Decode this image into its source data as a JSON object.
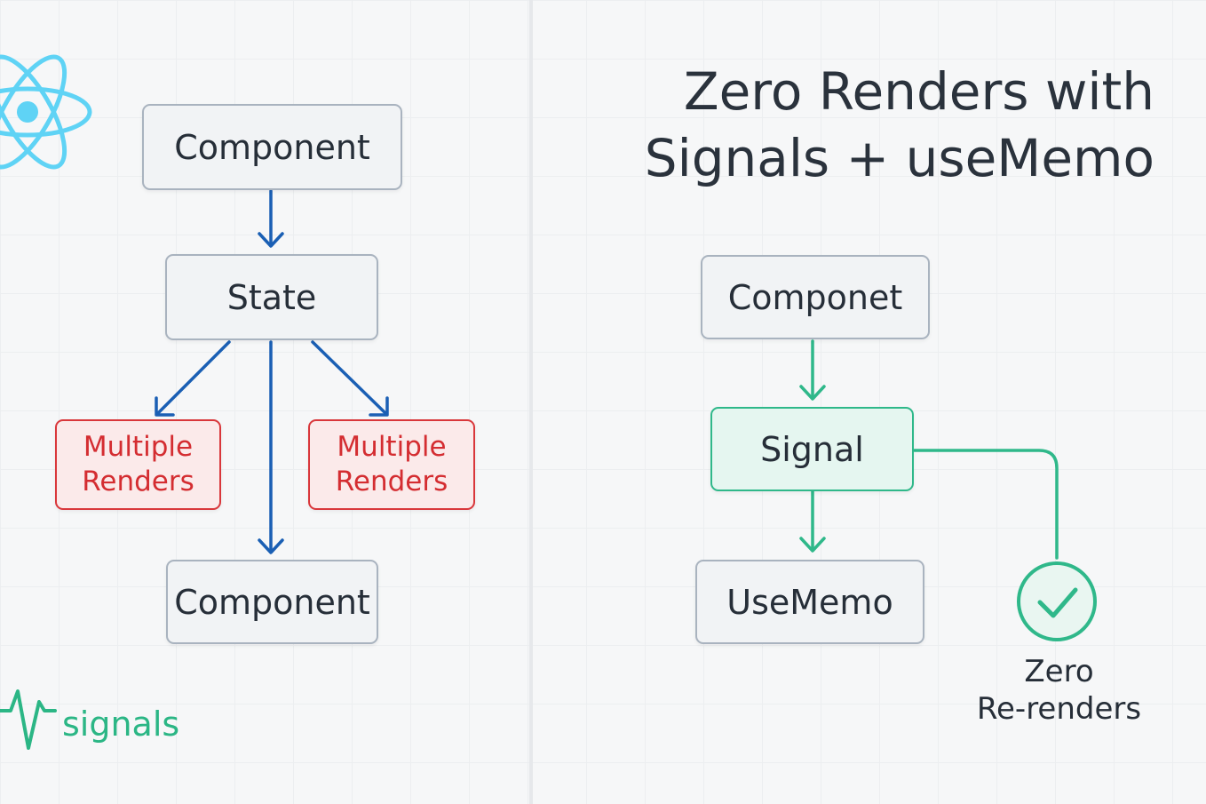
{
  "title": {
    "line1": "Zero Renders with",
    "line2": "Signals + useMemo"
  },
  "left_diagram": {
    "top_component": "Component",
    "state": "State",
    "render_left": {
      "line1": "Multiple",
      "line2": "Renders"
    },
    "render_right": {
      "line1": "Multiple",
      "line2": "Renders"
    },
    "bottom_component": "Component"
  },
  "right_diagram": {
    "component": "Componet",
    "signal": "Signal",
    "usememo": "UseMemo",
    "zero": {
      "line1": "Zero",
      "line2": "Re-renders"
    }
  },
  "brand": {
    "text": "signals",
    "icon": "signal-wave-icon"
  },
  "logo": {
    "icon": "react-atom-icon"
  },
  "colors": {
    "blue_arrow": "#1a5fb4",
    "green_arrow": "#2fb88a",
    "red": "#d9373b",
    "react_logo": "#5fd3f5"
  }
}
